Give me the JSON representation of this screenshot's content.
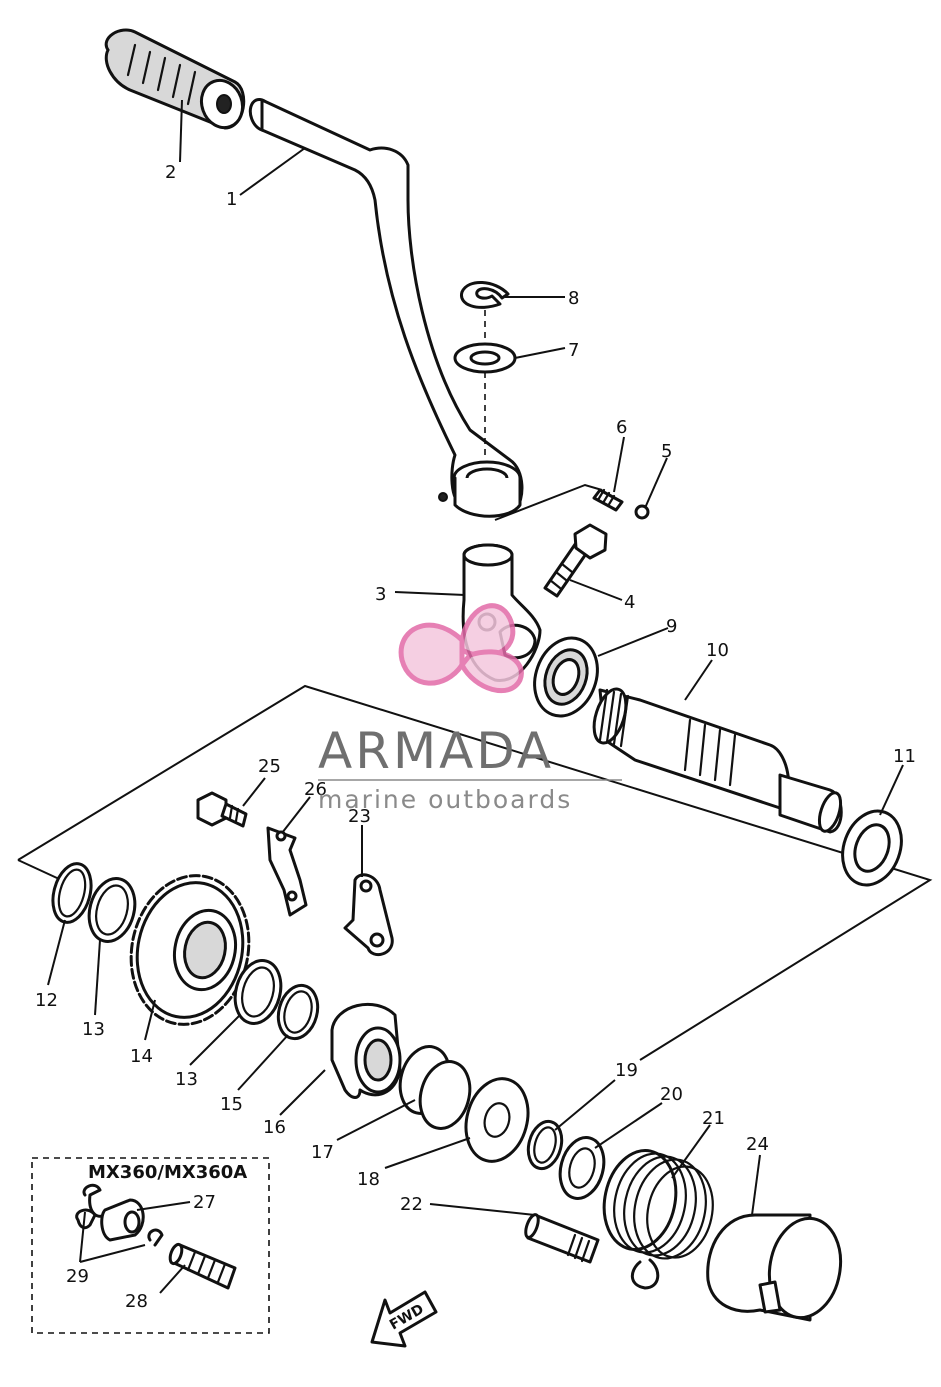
{
  "diagram": {
    "callouts": [
      "1",
      "2",
      "3",
      "4",
      "5",
      "6",
      "7",
      "8",
      "9",
      "10",
      "11",
      "12",
      "13",
      "13",
      "14",
      "15",
      "16",
      "17",
      "18",
      "19",
      "20",
      "21",
      "22",
      "23",
      "24",
      "25",
      "26",
      "27",
      "28",
      "29"
    ],
    "model_label": "MX360/MX360A",
    "fwd_label": "FWD"
  },
  "watermark": {
    "brand": "ARMADA",
    "tagline": "marine outboards",
    "logo_color": "#e26aa8"
  }
}
